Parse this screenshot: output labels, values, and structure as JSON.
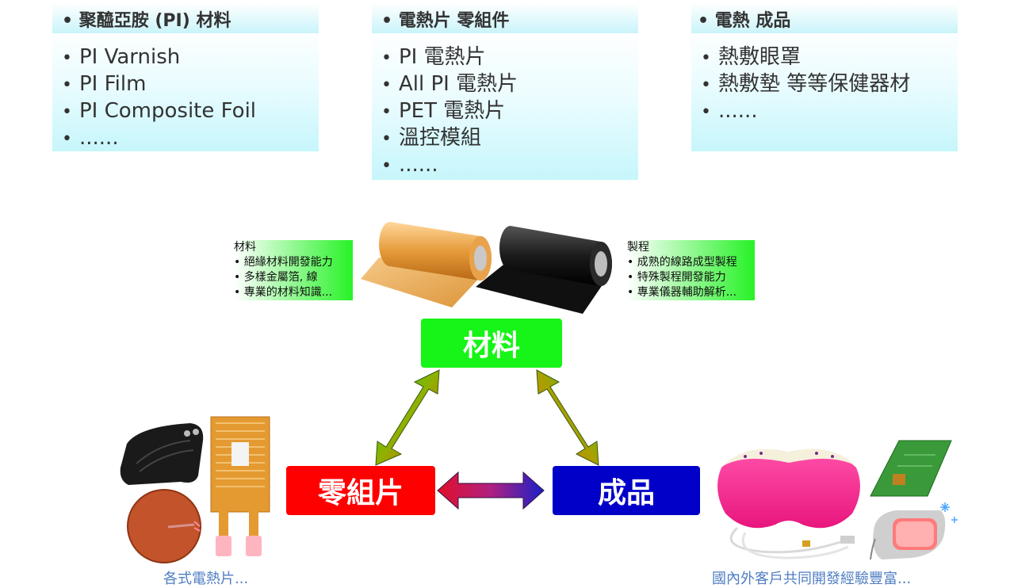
{
  "cards": [
    {
      "title": "• 聚醯亞胺 (PI) 材料",
      "items": [
        "PI Varnish",
        "PI Film",
        "PI Composite Foil",
        "......"
      ]
    },
    {
      "title": "• 電熱片 零組件",
      "items": [
        "PI 電熱片",
        "All PI 電熱片",
        "PET 電熱片",
        "溫控模組",
        "......"
      ]
    },
    {
      "title": "• 電熱 成品",
      "items": [
        "熱敷眼罩",
        "熱敷墊 等等保健器材",
        "......"
      ]
    }
  ],
  "notes": {
    "material": {
      "title": "材料",
      "items": [
        "• 絕緣材料開發能力",
        "• 多樣金屬箔, 線",
        "• 專業的材料知識..."
      ]
    },
    "process": {
      "title": "製程",
      "items": [
        "• 成熟的線路成型製程",
        "• 特殊製程開發能力",
        "• 專業儀器輔助解析..."
      ]
    }
  },
  "nodes": {
    "material": {
      "label": "材料",
      "color": "#17f417"
    },
    "component": {
      "label": "零組片",
      "color": "#ff0000"
    },
    "product": {
      "label": "成品",
      "color": "#0000c8"
    }
  },
  "captions": {
    "left": "各式電熱片...",
    "right": "國內外客戶共同開發經驗豐富..."
  }
}
